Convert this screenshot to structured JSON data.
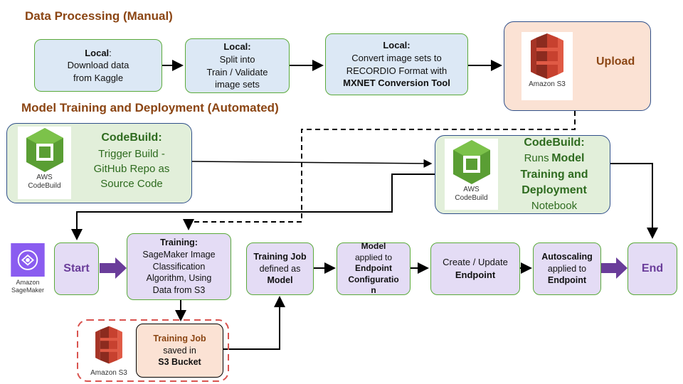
{
  "headings": {
    "manual": "Data Processing (Manual)",
    "automated": "Model Training and Deployment (Automated)"
  },
  "download": {
    "prefix": "Local",
    "suffix": ":",
    "line1": "Download data",
    "line2": "from Kaggle"
  },
  "split": {
    "title": "Local:",
    "line1": "Split into",
    "line2": "Train / Validate",
    "line3": "image sets"
  },
  "convert": {
    "title": "Local:",
    "line1": "Convert image sets  to",
    "line2": "RECORDIO Format with",
    "line3": "MXNET Conversion Tool"
  },
  "upload": {
    "label": "Upload",
    "logo_label": "Amazon S3"
  },
  "codebuild_trigger": {
    "title": "CodeBuild:",
    "line1": "Trigger Build -",
    "line2": "GitHub Repo as",
    "line3": "Source Code",
    "logo_label1": "AWS",
    "logo_label2": "CodeBuild"
  },
  "codebuild_runs": {
    "title": "CodeBuild:",
    "runs": "Runs",
    "model": "Model",
    "line2": "Training and",
    "line3": "Deployment",
    "line4": "Notebook",
    "logo_label1": "AWS",
    "logo_label2": "CodeBuild"
  },
  "sagemaker": {
    "logo_label": "Amazon SageMaker"
  },
  "start": {
    "label": "Start"
  },
  "training": {
    "title": "Training:",
    "line1": "SageMaker Image",
    "line2": "Classification",
    "line3": "Algorithm, Using",
    "line4": "Data from S3"
  },
  "training_job": {
    "line1": "Training Job",
    "line2": "defined as",
    "line3": "Model"
  },
  "endpoint_config": {
    "line1": "Model",
    "line2": "applied to",
    "line3": "Endpoint",
    "line4": "Configuratio",
    "line5": "n"
  },
  "create_endpoint": {
    "line1": "Create / Update",
    "line2": "Endpoint"
  },
  "autoscaling": {
    "line1": "Autoscaling",
    "line2": "applied to",
    "line3": "Endpoint"
  },
  "end": {
    "label": "End"
  },
  "saved": {
    "line1": "Training Job",
    "line2": "saved in",
    "line3": "S3 Bucket",
    "logo_label": "Amazon S3"
  },
  "colors": {
    "heading": "#8b4513",
    "blue_box": "#dce8f5",
    "green_box": "#e2efda",
    "purple_box": "#e4dcf5",
    "peach_box": "#fbe2d4",
    "s3_red": "#c7412f",
    "codebuild_green": "#5a9e34",
    "sagemaker_purple": "#8a5cf0",
    "arrow_purple": "#6a3d9a",
    "dashed_red": "#d9534f"
  }
}
